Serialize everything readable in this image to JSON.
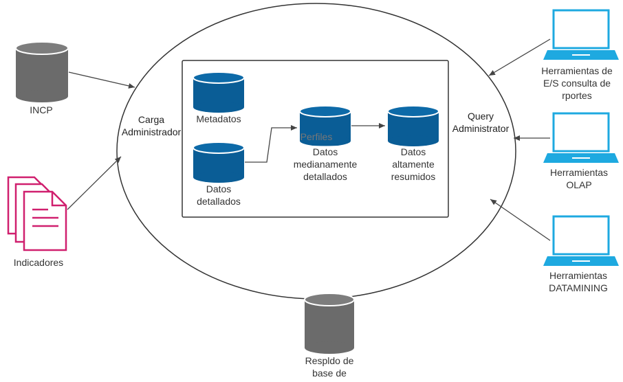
{
  "colors": {
    "cylinder_gray": "#6b6b6b",
    "cylinder_blue": "#0a5d96",
    "monitor_blue": "#1ea9e0",
    "document_pink": "#d01f6e",
    "line": "#444444"
  },
  "labels": {
    "incp": "INCP",
    "indicadores": "Indicadores",
    "carga_admin": "Carga\nAdministrador",
    "query_admin": "Query\nAdministrator",
    "metadatos": "Metadatos",
    "datos_detallados": "Datos\ndetallados",
    "perfiles": "Perfiles",
    "datos_medianamente": "Datos\nmedianamente\ndetallados",
    "datos_altamente": "Datos\naltamente\nresumidos",
    "herr_es": "Herramientas de\nE/S consulta de\nrportes",
    "herr_olap": "Herramientas\nOLAP",
    "herr_datamining": "Herramientas\nDATAMINING",
    "respaldo": "Respldo de\nbase de"
  },
  "icons": {
    "incp": "database-gray-icon",
    "indicadores": "documents-icon",
    "respaldo": "database-gray-icon",
    "metadatos": "database-blue-icon",
    "datos_detallados": "database-blue-icon",
    "datos_medianamente": "database-blue-icon",
    "datos_altamente": "database-blue-icon",
    "herr_es": "monitor-icon",
    "herr_olap": "monitor-icon",
    "herr_datamining": "monitor-icon"
  }
}
